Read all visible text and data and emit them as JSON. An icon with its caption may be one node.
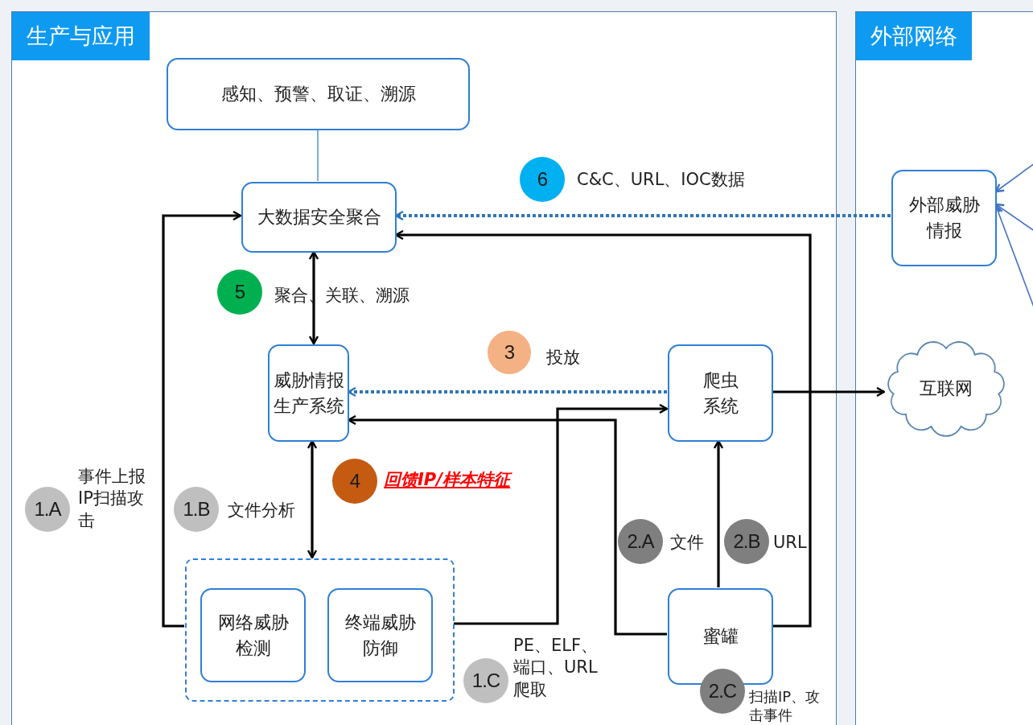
{
  "diagram": {
    "nodes": [
      {
        "text": [
          "生产与应用"
        ]
      },
      {
        "text": [
          "外部网络"
        ]
      },
      {
        "text": [
          "感知、预警、取证、溯源"
        ],
        "in": 0
      },
      {
        "text": [
          "大数据安全聚合"
        ],
        "in": 0
      },
      {
        "text": [
          "威胁情报生产系统"
        ],
        "in": 0
      },
      {
        "text": [
          "爬虫系统"
        ],
        "in": 0
      },
      {
        "text": [],
        "shape": "box",
        "in": 0
      },
      {
        "text": [
          "网络威胁检测"
        ],
        "in": 6
      },
      {
        "text": [
          "终端威胁防御"
        ],
        "in": 6
      },
      {
        "text": [
          "蜜罐"
        ],
        "in": 0
      },
      {
        "text": [
          "外部威胁情报"
        ],
        "in": 1
      },
      {
        "text": [
          "互联网"
        ],
        "in": 1
      },
      {
        "text": [
          "1.A"
        ],
        "beside": [
          "事件上报IP扫描攻击"
        ],
        "in": 0
      },
      {
        "text": [
          "1.B"
        ],
        "beside": [
          "文件分析"
        ],
        "in": 0
      },
      {
        "text": [
          "1.C"
        ],
        "beside": [
          "PE、ELF、端口、URL爬取"
        ],
        "in": 0
      },
      {
        "text": [
          "2.A"
        ],
        "beside": [
          "文件"
        ],
        "in": 0
      },
      {
        "text": [
          "2.B"
        ],
        "beside": [
          "URL"
        ],
        "in": 0
      },
      {
        "text": [
          "2.C"
        ],
        "beside": [
          "扫描IP、攻击事件"
        ],
        "in": 0
      },
      {
        "text": [
          "3"
        ],
        "beside": [
          "投放"
        ],
        "in": 0
      },
      {
        "text": [
          "4"
        ],
        "beside": [
          "回馈IP/样本特征"
        ],
        "in": 0
      },
      {
        "text": [
          "5"
        ],
        "beside": [
          "聚合、关联、溯源"
        ],
        "in": 0
      },
      {
        "text": [
          "6"
        ],
        "beside": [
          "C&C、URL、IOC数据"
        ],
        "in": 0
      }
    ],
    "edges": [
      {
        "from": 2,
        "to": 3,
        "arrow": "none",
        "color": "#5b9bd5"
      },
      {
        "from": 3,
        "to": 4,
        "arrow": "both"
      },
      {
        "from": 4,
        "to": 6,
        "arrow": "both"
      },
      {
        "from": 10,
        "to": 3,
        "arrow": "to",
        "style": "dashed",
        "color": "#2e75b6"
      },
      {
        "from": 5,
        "to": 4,
        "arrow": "to",
        "style": "dashed",
        "color": "#2e75b6"
      },
      {
        "from": 6,
        "to": 3,
        "arrow": "to"
      },
      {
        "from": 9,
        "to": 3,
        "arrow": "to"
      },
      {
        "from": 9,
        "to": 4,
        "arrow": "to"
      },
      {
        "from": 6,
        "to": 5,
        "arrow": "to"
      },
      {
        "from": 9,
        "to": 5,
        "arrow": "to"
      },
      {
        "from": 5,
        "to": 11,
        "arrow": "to"
      },
      {
        "from": null,
        "to": 10,
        "arrow": "to",
        "color": "#4472c4"
      },
      {
        "from": null,
        "to": 10,
        "arrow": "to",
        "color": "#4472c4"
      },
      {
        "from": null,
        "to": 10,
        "arrow": "to",
        "color": "#4472c4"
      }
    ]
  }
}
